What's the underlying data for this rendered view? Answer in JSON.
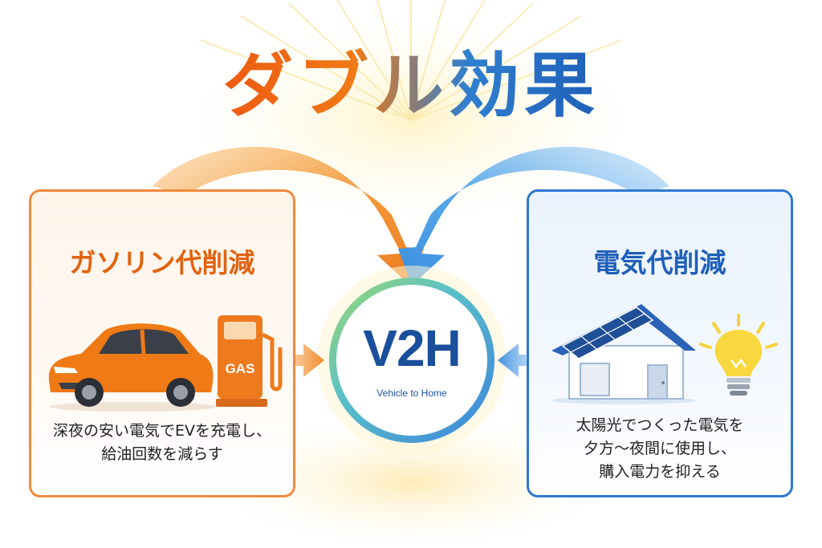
{
  "title": "ダブル効果",
  "hub": {
    "title": "V2H",
    "subtitle": "Vehicle to Home"
  },
  "left_panel": {
    "title": "ガソリン代削減",
    "pump_label": "GAS",
    "description": [
      "深夜の安い電気でEVを充電し、",
      "給油回数を減らす"
    ]
  },
  "right_panel": {
    "title": "電気代削減",
    "description": [
      "太陽光でつくった電気を",
      "夕方〜夜間に使用し、",
      "購入電力を抑える"
    ]
  },
  "colors": {
    "orange": "#f07a16",
    "orange_dark": "#e2620f",
    "blue": "#2f78d2",
    "blue_dark": "#1f5fb8",
    "hub_text": "#1a4f9c",
    "ring_green": "#7ccf6a"
  },
  "icons": [
    "car-icon",
    "gas-pump-icon",
    "house-icon",
    "solar-panel-icon",
    "light-bulb-icon",
    "arrow-icon"
  ]
}
